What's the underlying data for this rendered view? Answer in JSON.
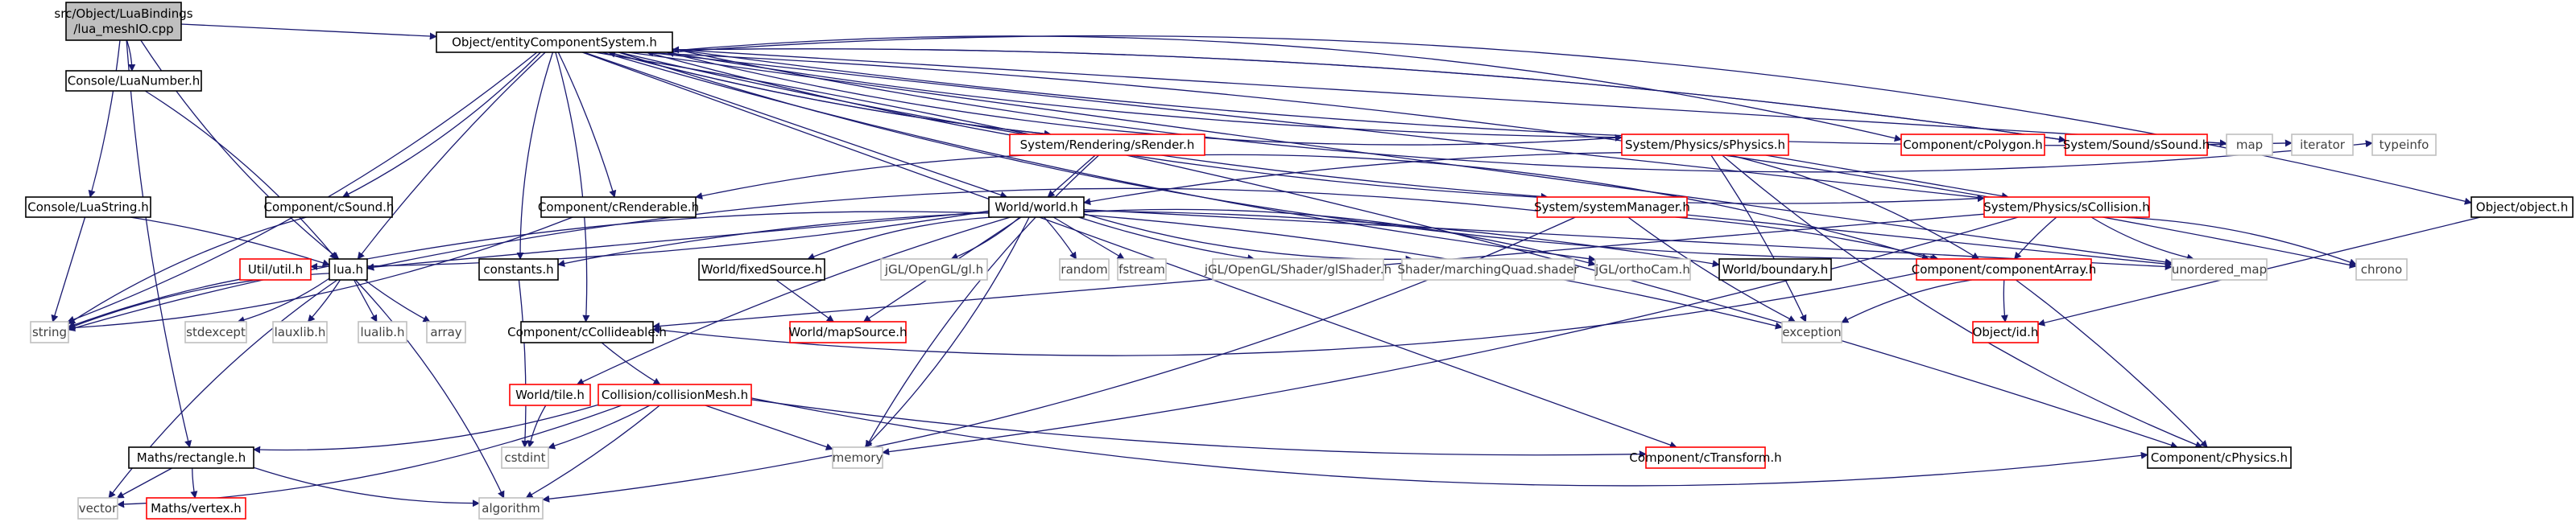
{
  "colors": {
    "edge": "#191970",
    "root_fill": "#bfbfbf",
    "normal_fill": "#ffffff",
    "normal_stroke": "#000000",
    "red_stroke": "#ff0000",
    "gray_stroke": "#bfbfbf",
    "gray_text": "#404040"
  },
  "nodes": {
    "root": {
      "label": [
        "src/Object/LuaBindings",
        "/lua_meshIO.cpp"
      ],
      "style": "root"
    },
    "luanumber": {
      "label": [
        "Console/LuaNumber.h"
      ],
      "style": "normal"
    },
    "luastring": {
      "label": [
        "Console/LuaString.h"
      ],
      "style": "normal"
    },
    "ecs": {
      "label": [
        "Object/entityComponentSystem.h"
      ],
      "style": "normal"
    },
    "srender": {
      "label": [
        "System/Rendering/sRender.h"
      ],
      "style": "red"
    },
    "sphysics": {
      "label": [
        "System/Physics/sPhysics.h"
      ],
      "style": "red"
    },
    "cpolygon": {
      "label": [
        "Component/cPolygon.h"
      ],
      "style": "red"
    },
    "ssound": {
      "label": [
        "System/Sound/sSound.h"
      ],
      "style": "red"
    },
    "map": {
      "label": [
        "map"
      ],
      "style": "gray"
    },
    "iterator": {
      "label": [
        "iterator"
      ],
      "style": "gray"
    },
    "typeinfo": {
      "label": [
        "typeinfo"
      ],
      "style": "gray"
    },
    "csound": {
      "label": [
        "Component/cSound.h"
      ],
      "style": "normal"
    },
    "crenderable": {
      "label": [
        "Component/cRenderable.h"
      ],
      "style": "normal"
    },
    "world": {
      "label": [
        "World/world.h"
      ],
      "style": "normal"
    },
    "sysmgr": {
      "label": [
        "System/systemManager.h"
      ],
      "style": "red"
    },
    "scollision": {
      "label": [
        "System/Physics/sCollision.h"
      ],
      "style": "red"
    },
    "object": {
      "label": [
        "Object/object.h"
      ],
      "style": "normal"
    },
    "chrono": {
      "label": [
        "chrono"
      ],
      "style": "gray"
    },
    "umap": {
      "label": [
        "unordered_map"
      ],
      "style": "gray"
    },
    "utilh": {
      "label": [
        "Util/util.h"
      ],
      "style": "red"
    },
    "luah": {
      "label": [
        "lua.h"
      ],
      "style": "normal"
    },
    "constants": {
      "label": [
        "constants.h"
      ],
      "style": "normal"
    },
    "fixedsource": {
      "label": [
        "World/fixedSource.h"
      ],
      "style": "normal"
    },
    "opengl": {
      "label": [
        "jGL/OpenGL/gl.h"
      ],
      "style": "gray"
    },
    "random": {
      "label": [
        "random"
      ],
      "style": "gray"
    },
    "fstream": {
      "label": [
        "fstream"
      ],
      "style": "gray"
    },
    "glshader": {
      "label": [
        "jGL/OpenGL/Shader/glShader.h"
      ],
      "style": "gray"
    },
    "marchingquad": {
      "label": [
        "Shader/marchingQuad.shader"
      ],
      "style": "gray"
    },
    "orthocam": {
      "label": [
        "jGL/orthoCam.h"
      ],
      "style": "gray"
    },
    "boundary": {
      "label": [
        "World/boundary.h"
      ],
      "style": "normal"
    },
    "comparray": {
      "label": [
        "Component/componentArray.h"
      ],
      "style": "red"
    },
    "string": {
      "label": [
        "string"
      ],
      "style": "gray"
    },
    "stdexcept": {
      "label": [
        "stdexcept"
      ],
      "style": "gray"
    },
    "lauxlib": {
      "label": [
        "lauxlib.h"
      ],
      "style": "gray"
    },
    "lualib": {
      "label": [
        "lualib.h"
      ],
      "style": "gray"
    },
    "array": {
      "label": [
        "array"
      ],
      "style": "gray"
    },
    "mapsource": {
      "label": [
        "World/mapSource.h"
      ],
      "style": "red"
    },
    "ccollideable": {
      "label": [
        "Component/cCollideable.h"
      ],
      "style": "normal"
    },
    "exception": {
      "label": [
        "exception"
      ],
      "style": "gray"
    },
    "objectid": {
      "label": [
        "Object/id.h"
      ],
      "style": "red"
    },
    "tile": {
      "label": [
        "World/tile.h"
      ],
      "style": "red"
    },
    "collmesh": {
      "label": [
        "Collision/collisionMesh.h"
      ],
      "style": "red"
    },
    "rectangle": {
      "label": [
        "Maths/rectangle.h"
      ],
      "style": "normal"
    },
    "cstdint": {
      "label": [
        "cstdint"
      ],
      "style": "gray"
    },
    "memory": {
      "label": [
        "memory"
      ],
      "style": "gray"
    },
    "ctransform": {
      "label": [
        "Component/cTransform.h"
      ],
      "style": "red"
    },
    "cphysics": {
      "label": [
        "Component/cPhysics.h"
      ],
      "style": "normal"
    },
    "vector": {
      "label": [
        "vector"
      ],
      "style": "gray"
    },
    "vertex": {
      "label": [
        "Maths/vertex.h"
      ],
      "style": "red"
    },
    "algorithm": {
      "label": [
        "algorithm"
      ],
      "style": "gray"
    }
  },
  "edges": [
    [
      "root",
      "luanumber"
    ],
    [
      "root",
      "luastring"
    ],
    [
      "root",
      "ecs"
    ],
    [
      "root",
      "rectangle"
    ],
    [
      "root",
      "luah"
    ],
    [
      "luanumber",
      "luah"
    ],
    [
      "luastring",
      "luah"
    ],
    [
      "luastring",
      "string"
    ],
    [
      "ecs",
      "srender"
    ],
    [
      "ecs",
      "sphysics"
    ],
    [
      "ecs",
      "cpolygon"
    ],
    [
      "ecs",
      "ssound"
    ],
    [
      "ecs",
      "map"
    ],
    [
      "ecs",
      "iterator"
    ],
    [
      "ecs",
      "typeinfo"
    ],
    [
      "ecs",
      "csound"
    ],
    [
      "ecs",
      "crenderable"
    ],
    [
      "ecs",
      "world"
    ],
    [
      "ecs",
      "sysmgr"
    ],
    [
      "ecs",
      "scollision"
    ],
    [
      "ecs",
      "object"
    ],
    [
      "ecs",
      "chrono"
    ],
    [
      "ecs",
      "umap"
    ],
    [
      "ecs",
      "luah"
    ],
    [
      "ecs",
      "constants"
    ],
    [
      "ecs",
      "string"
    ],
    [
      "ecs",
      "cphysics"
    ],
    [
      "ecs",
      "ctransform"
    ],
    [
      "ecs",
      "orthocam"
    ],
    [
      "ecs",
      "comparray"
    ],
    [
      "ecs",
      "ccollideable"
    ],
    [
      "srender",
      "ecs"
    ],
    [
      "srender",
      "world"
    ],
    [
      "srender",
      "crenderable"
    ],
    [
      "srender",
      "memory"
    ],
    [
      "srender",
      "comparray"
    ],
    [
      "sphysics",
      "ecs"
    ],
    [
      "sphysics",
      "scollision"
    ],
    [
      "sphysics",
      "world"
    ],
    [
      "sphysics",
      "cphysics"
    ],
    [
      "sphysics",
      "comparray"
    ],
    [
      "sphysics",
      "exception"
    ],
    [
      "scollision",
      "ecs"
    ],
    [
      "scollision",
      "comparray"
    ],
    [
      "scollision",
      "umap"
    ],
    [
      "scollision",
      "chrono"
    ],
    [
      "scollision",
      "memory"
    ],
    [
      "scollision",
      "ccollideable"
    ],
    [
      "ssound",
      "ecs"
    ],
    [
      "csound",
      "string"
    ],
    [
      "crenderable",
      "string"
    ],
    [
      "sysmgr",
      "comparray"
    ],
    [
      "sysmgr",
      "umap"
    ],
    [
      "sysmgr",
      "exception"
    ],
    [
      "sysmgr",
      "luah"
    ],
    [
      "sysmgr",
      "algorithm"
    ],
    [
      "world",
      "utilh"
    ],
    [
      "world",
      "luah"
    ],
    [
      "world",
      "constants"
    ],
    [
      "world",
      "fixedsource"
    ],
    [
      "world",
      "opengl"
    ],
    [
      "world",
      "random"
    ],
    [
      "world",
      "fstream"
    ],
    [
      "world",
      "glshader"
    ],
    [
      "world",
      "marchingquad"
    ],
    [
      "world",
      "orthocam"
    ],
    [
      "world",
      "boundary"
    ],
    [
      "world",
      "mapsource"
    ],
    [
      "world",
      "tile"
    ],
    [
      "world",
      "string"
    ],
    [
      "world",
      "memory"
    ],
    [
      "world",
      "exception"
    ],
    [
      "world",
      "umap"
    ],
    [
      "utilh",
      "string"
    ],
    [
      "luah",
      "string"
    ],
    [
      "luah",
      "stdexcept"
    ],
    [
      "luah",
      "lauxlib"
    ],
    [
      "luah",
      "lualib"
    ],
    [
      "luah",
      "array"
    ],
    [
      "luah",
      "vector"
    ],
    [
      "luah",
      "algorithm"
    ],
    [
      "constants",
      "cstdint"
    ],
    [
      "fixedsource",
      "mapsource"
    ],
    [
      "comparray",
      "objectid"
    ],
    [
      "comparray",
      "exception"
    ],
    [
      "comparray",
      "ccollideable"
    ],
    [
      "comparray",
      "cphysics"
    ],
    [
      "object",
      "objectid"
    ],
    [
      "ccollideable",
      "collmesh"
    ],
    [
      "tile",
      "cstdint"
    ],
    [
      "collmesh",
      "rectangle"
    ],
    [
      "collmesh",
      "cstdint"
    ],
    [
      "collmesh",
      "memory"
    ],
    [
      "collmesh",
      "ctransform"
    ],
    [
      "collmesh",
      "cphysics"
    ],
    [
      "collmesh",
      "vector"
    ],
    [
      "collmesh",
      "algorithm"
    ],
    [
      "rectangle",
      "vector"
    ],
    [
      "rectangle",
      "vertex"
    ],
    [
      "rectangle",
      "algorithm"
    ]
  ]
}
